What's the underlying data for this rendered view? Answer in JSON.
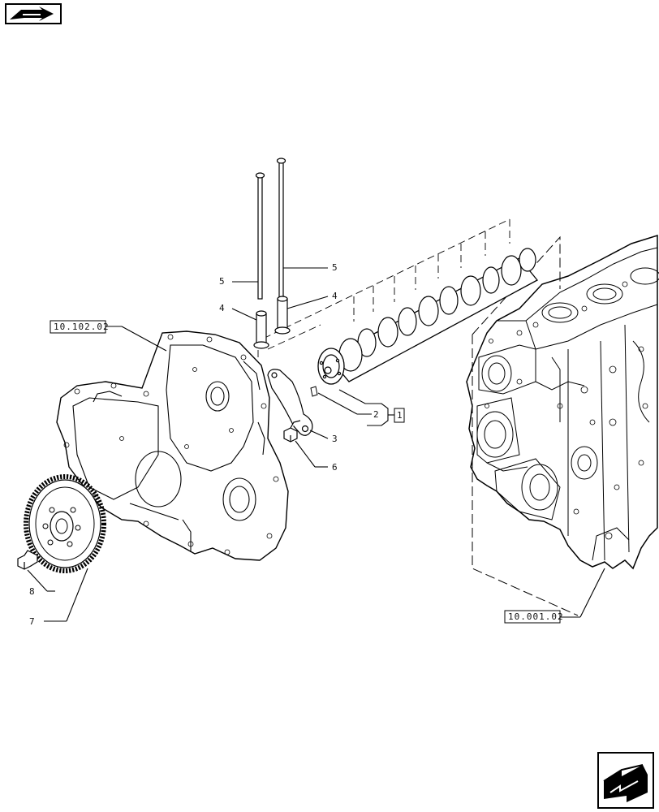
{
  "navigation": {
    "previous_icon": "arrow-left-icon",
    "next_icon": "arrow-right-icon"
  },
  "references": {
    "timing_cover": "10.102.02",
    "engine_block": "10.001.02"
  },
  "callouts": {
    "item_1": "1",
    "item_2": "2",
    "item_3": "3",
    "item_4a": "4",
    "item_4b": "4",
    "item_5a": "5",
    "item_5b": "5",
    "item_6": "6",
    "item_7": "7",
    "item_8": "8"
  }
}
